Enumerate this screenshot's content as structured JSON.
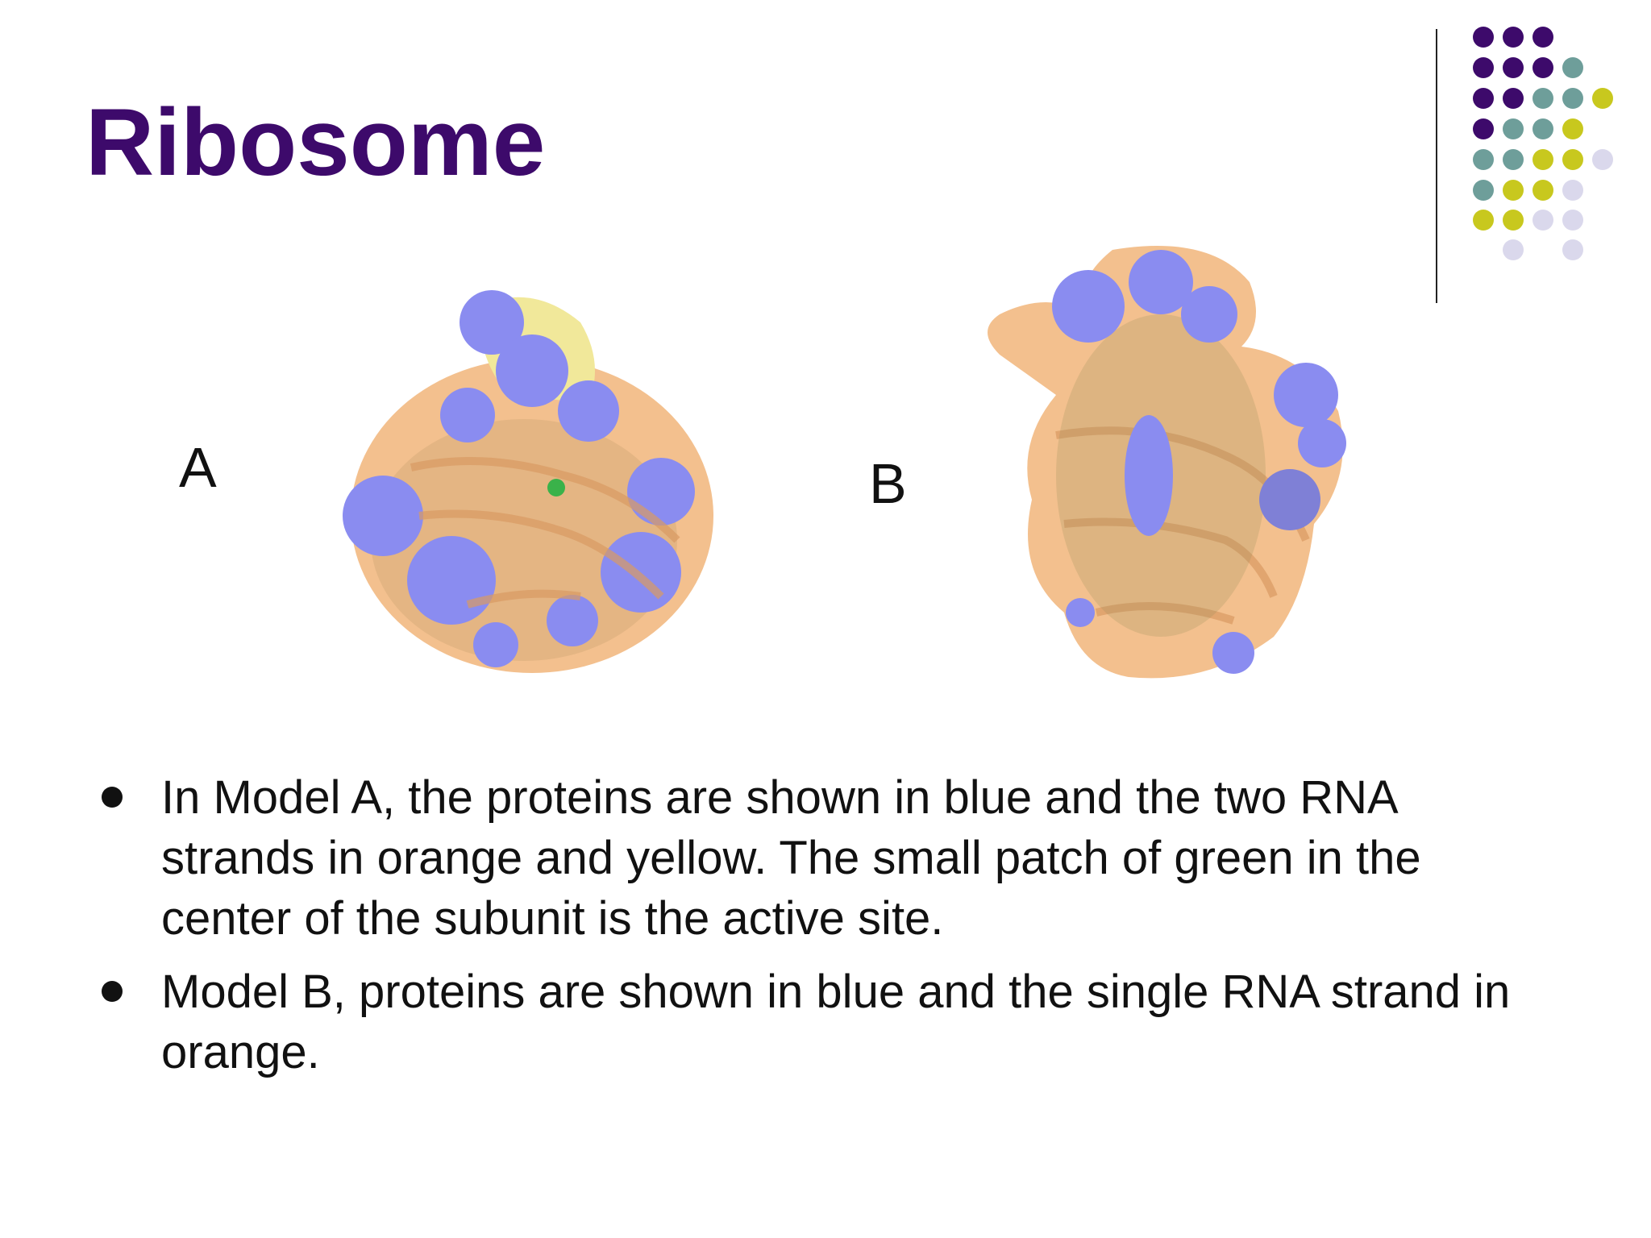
{
  "slide": {
    "title": "Ribosome",
    "model_a_label": "A",
    "model_b_label": "B",
    "bullets": [
      {
        "text": "In Model A, the proteins are shown in blue and the two RNA strands in orange and yellow. The small patch of green in the center of the subunit is the active site."
      },
      {
        "text": "Model B, proteins are shown in blue and the single RNA strand in orange."
      }
    ]
  },
  "images": {
    "model_a": {
      "icon": "ribosome-model-a-icon",
      "colors": {
        "protein": "#8a8cf0",
        "rna_orange": "#f3c08e",
        "rna_yellow": "#f1e89a",
        "active_site": "#3ab24a"
      }
    },
    "model_b": {
      "icon": "ribosome-model-b-icon",
      "colors": {
        "protein": "#8a8cf0",
        "rna_orange": "#f3c08e"
      }
    }
  },
  "theme": {
    "title_color": "#3d0a6b",
    "dot_colors": [
      "#3d0a6b",
      "#6e9e9a",
      "#c8c81e",
      "#dad8ec"
    ]
  }
}
